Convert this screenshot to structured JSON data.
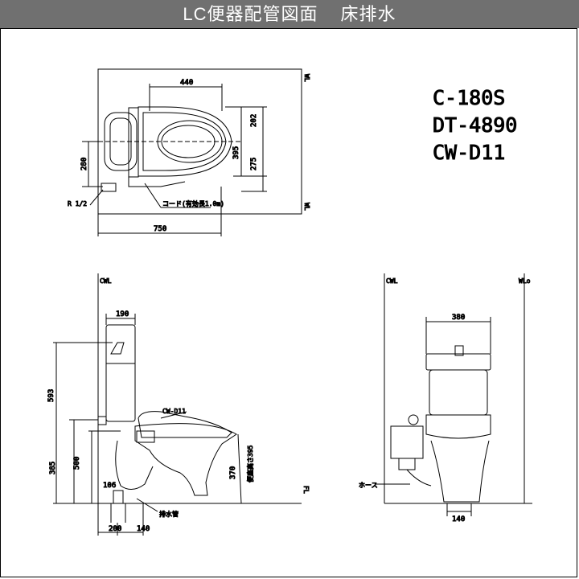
{
  "title": {
    "main": "LC便器配管図面",
    "sub": "床排水"
  },
  "models": [
    "C-180S",
    "DT-4890",
    "CW-D11"
  ],
  "plan_view": {
    "dim_width_top": "440",
    "dim_202": "202",
    "dim_395": "395",
    "dim_275": "275",
    "dim_280": "280",
    "dim_total": "750",
    "label_valve": "R 1/2",
    "label_cord": "コード(有効長1.0m)",
    "wall_mark_top": "WL",
    "wall_mark_bottom": "WL"
  },
  "side_view": {
    "wall_label": "CWL",
    "dim_190": "190",
    "dim_593": "593",
    "dim_385": "385",
    "dim_500": "500",
    "dim_106": "106",
    "dim_370": "370",
    "seat_height": "便座高さ395",
    "dim_200": "200",
    "dim_140": "140",
    "label_cw": "CW-D11",
    "label_drain": "排水管",
    "floor_mark": "FL"
  },
  "front_view": {
    "wall_label_left": "CWL",
    "wall_label_right": "WLo",
    "dim_380": "380",
    "dim_140": "140",
    "label_hose": "ホース"
  }
}
